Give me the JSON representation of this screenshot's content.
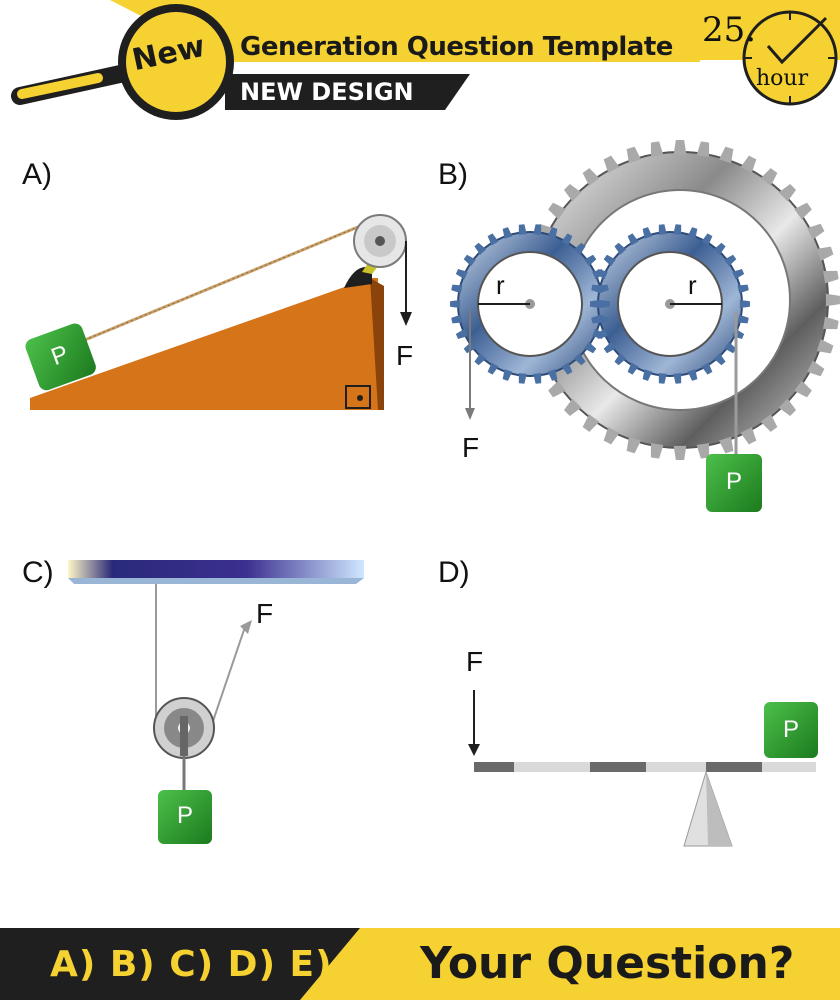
{
  "header": {
    "badge": "New",
    "title": "Generation Question Template",
    "subtitle": "NEW DESIGN",
    "timer_value": "25.",
    "timer_unit": "hour"
  },
  "panels": {
    "a": {
      "label": "A)",
      "force": "F",
      "weight": "P"
    },
    "b": {
      "label": "B)",
      "force": "F",
      "weight": "P",
      "radius_left": "r",
      "radius_right": "r"
    },
    "c": {
      "label": "C)",
      "force": "F",
      "weight": "P"
    },
    "d": {
      "label": "D)",
      "force": "F",
      "weight": "P"
    }
  },
  "footer": {
    "options": "A) B) C) D) E)",
    "question": "Your Question?"
  },
  "watermark_id": "#552974375",
  "colors": {
    "accent_yellow": "#f5d132",
    "dark_band": "#1f1f1f",
    "ramp": "#c9650f",
    "weight_green": "#2e9b2e",
    "gear_blue": "#5a7fb0",
    "gear_silver": "#9a9a9a"
  }
}
